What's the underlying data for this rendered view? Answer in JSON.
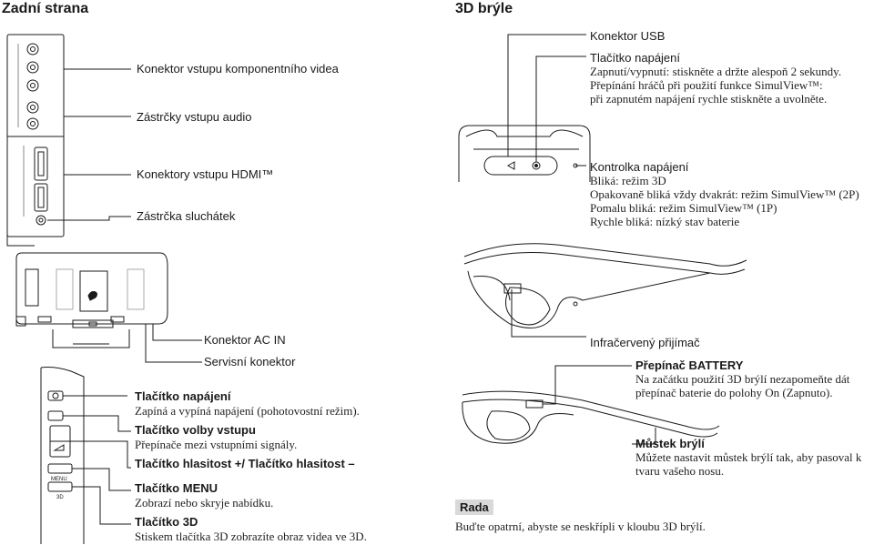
{
  "left": {
    "title": "Zadní strana",
    "back_labels": {
      "component_video": "Konektor vstupu komponentního videa",
      "audio_jacks": "Zástrčky vstupu audio",
      "hdmi": "Konektory vstupu HDMI™",
      "headphones": "Zástrčka sluchátek",
      "ac_in": "Konektor AC IN",
      "service": "Servisní konektor"
    },
    "buttons": [
      {
        "title": "Tlačítko napájení",
        "desc": "Zapíná a vypíná napájení (pohotovostní režim)."
      },
      {
        "title": "Tlačítko volby vstupu",
        "desc": "Přepínače mezi vstupními signály."
      },
      {
        "title": "Tlačítko hlasitost +/ Tlačítko hlasitost –",
        "desc": ""
      },
      {
        "title": "Tlačítko MENU",
        "desc": "Zobrazí nebo skryje nabídku."
      },
      {
        "title": "Tlačítko 3D",
        "desc": "Stiskem tlačítka 3D zobrazíte obraz videa ve 3D."
      }
    ],
    "panel_markings": {
      "menu": "MENU",
      "three_d": "3D"
    }
  },
  "right": {
    "title": "3D brýle",
    "usb": "Konektor USB",
    "power_title": "Tlačítko napájení",
    "power_lines": [
      "Zapnutí/vypnutí: stiskněte a držte alespoň 2 sekundy.",
      "Přepínání hráčů při použití funkce SimulView™:",
      "při zapnutém napájení rychle stiskněte a uvolněte."
    ],
    "indicator_title": "Kontrolka napájení",
    "indicator_lines": [
      "Bliká: režim 3D",
      "Opakovaně bliká vždy dvakrát: režim SimulView™ (2P)",
      "Pomalu bliká: režim SimulView™ (1P)",
      "Rychle bliká: nízký stav baterie"
    ],
    "ir_receiver": "Infračervený přijímač",
    "battery_title": "Přepínač BATTERY",
    "battery_lines": [
      "Na začátku použití 3D brýlí nezapomeňte dát",
      "přepínač baterie do polohy On (Zapnuto)."
    ],
    "bridge_title": "Můstek brýlí",
    "bridge_lines": [
      "Můžete nastavit můstek brýlí tak, aby pasoval k",
      "tvaru vašeho nosu."
    ],
    "tip_label": "Rada",
    "tip_text": "Buďte opatrní, abyste se neskřípli v kloubu 3D brýlí."
  }
}
